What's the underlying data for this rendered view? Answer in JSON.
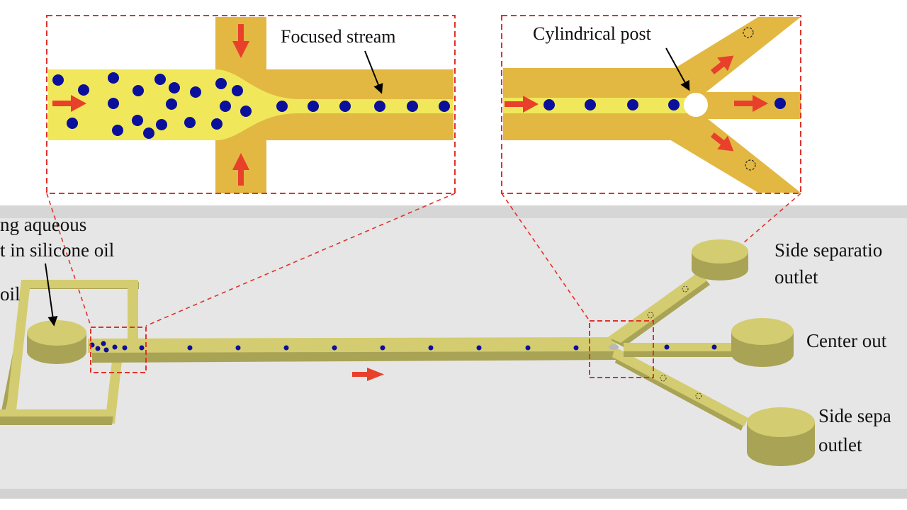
{
  "figure": {
    "labels": {
      "focused_stream": "Focused stream",
      "cylindrical_post": "Cylindrical post",
      "inlet_line1": "ng aqueous",
      "inlet_line2": "t in silicone oil",
      "oil_inlet": "oil",
      "side_outlet_top_line1": "Side separatio",
      "side_outlet_top_line2": "outlet",
      "center_outlet": "Center out",
      "side_outlet_bottom_line1": "Side sepa",
      "side_outlet_bottom_line2": "outlet"
    },
    "colors": {
      "channel_dark": "#E3B842",
      "channel_stream": "#F0E85A",
      "chip_channel": "#D4CC70",
      "chip_channel_side": "#A9A355",
      "droplet": "#0A0F9C",
      "arrow": "#E8402B",
      "zoom_box": "#E0322B",
      "chip_bg": "#E6E6E6",
      "chip_edge": "#D2D2D2"
    },
    "icons": {
      "flow_arrow": "red-arrow-icon",
      "droplet": "blue-droplet-icon",
      "empty_position": "dashed-circle-icon"
    }
  }
}
